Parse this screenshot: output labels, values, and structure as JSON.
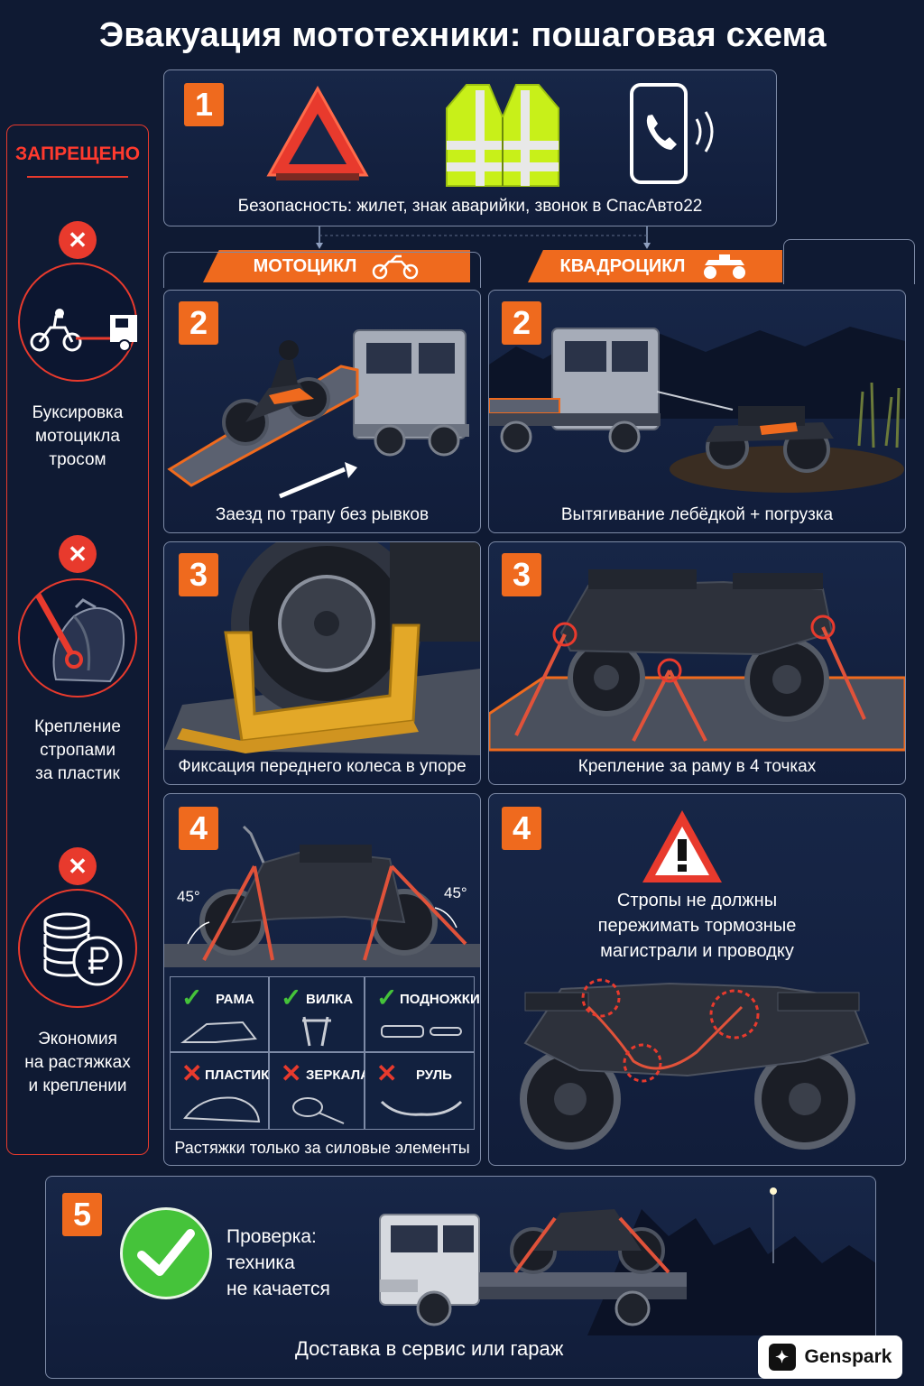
{
  "title": "Эвакуация мототехники: пошаговая схема",
  "step1": {
    "num": "1",
    "caption": "Безопасность: жилет, знак аварийки, звонок в СпасАвто22"
  },
  "branches": {
    "moto": "МОТОЦИКЛ",
    "quad": "КВАДРОЦИКЛ"
  },
  "forbidden": {
    "title": "ЗАПРЕЩЕНО",
    "items": [
      {
        "mark": "✕",
        "line1": "Буксировка",
        "line2": "мотоцикла",
        "line3": "тросом",
        "icon": "towing-rope-icon"
      },
      {
        "mark": "✕",
        "line1": "Крепление",
        "line2": "стропами",
        "line3": "за пластик",
        "icon": "strap-on-plastic-icon"
      },
      {
        "mark": "✕",
        "line1": "Экономия",
        "line2": "на растяжках",
        "line3": "и креплении",
        "icon": "coins-ruble-icon"
      }
    ]
  },
  "moto": {
    "step2": {
      "num": "2",
      "caption": "Заезд по трапу без рывков"
    },
    "step3": {
      "num": "3",
      "caption": "Фиксация переднего колеса в упоре"
    },
    "step4": {
      "num": "4",
      "angle_left": "45°",
      "angle_right": "45°",
      "caption": "Растяжки только за силовые элементы",
      "ok": [
        "РАМА",
        "ВИЛКА",
        "ПОДНОЖКИ"
      ],
      "bad": [
        "ПЛАСТИК",
        "ЗЕРКАЛА",
        "РУЛЬ"
      ]
    }
  },
  "quad": {
    "step2": {
      "num": "2",
      "caption": "Вытягивание лебёдкой + погрузка"
    },
    "step3": {
      "num": "3",
      "caption": "Крепление за раму в 4 точках"
    },
    "step4": {
      "num": "4",
      "warning_line1": "Стропы не должны",
      "warning_line2": "пережимать тормозные",
      "warning_line3": "магистрали и проводку"
    }
  },
  "step5": {
    "num": "5",
    "check_line1": "Проверка:",
    "check_line2": "техника",
    "check_line3": "не качается",
    "caption": "Доставка в сервис или гараж"
  },
  "brand": "Genspark",
  "colors": {
    "accent": "#ef6a1e",
    "danger": "#e83a2d",
    "ok": "#45c33a",
    "background": "#0f1a33"
  }
}
